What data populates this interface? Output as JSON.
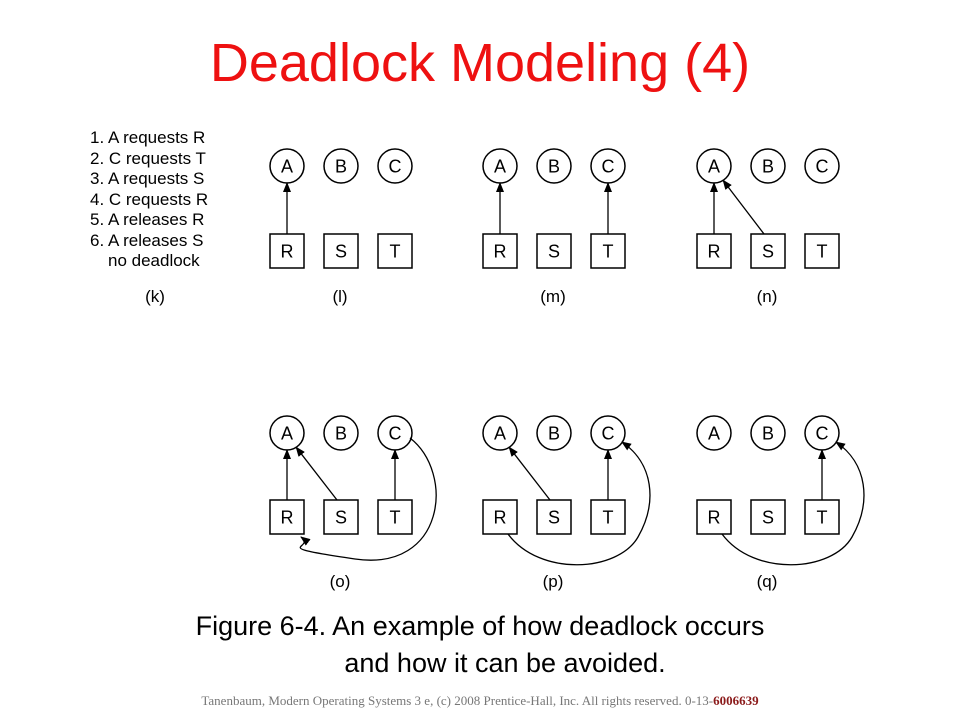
{
  "title": "Deadlock Modeling (4)",
  "steps": [
    "1. A requests R",
    "2. C requests T",
    "3. A requests S",
    "4. C requests R",
    "5. A releases R",
    "6. A releases S"
  ],
  "steps_note": "no deadlock",
  "processes": [
    "A",
    "B",
    "C"
  ],
  "resources": [
    "R",
    "S",
    "T"
  ],
  "panel_labels": {
    "k": "(k)",
    "l": "(l)",
    "m": "(m)",
    "n": "(n)",
    "o": "(o)",
    "p": "(p)",
    "q": "(q)"
  },
  "caption": {
    "line1": "Figure 6-4. An example of how deadlock occurs",
    "line2": "and how it can be avoided."
  },
  "footer": {
    "text": "Tanenbaum, Modern Operating Systems 3 e, (c) 2008 Prentice-Hall, Inc. All rights reserved. 0-13-",
    "isbn": "6006639"
  },
  "colors": {
    "title": "#ee1111",
    "footer": "#777777",
    "isbn": "#8b1a1a"
  }
}
